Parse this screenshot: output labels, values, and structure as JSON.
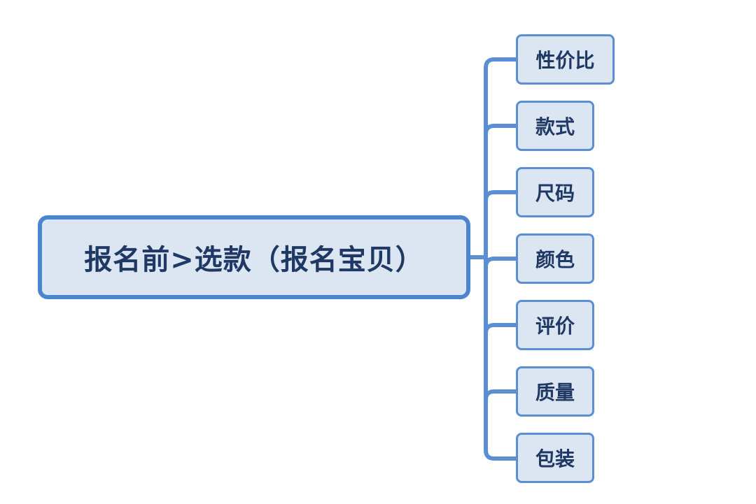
{
  "colors": {
    "connector": "#5b8fd4",
    "root_border": "#4a86d0",
    "node_fill": "#dce6f2",
    "text": "#1f3864"
  },
  "root": {
    "label": "报名前>选款（报名宝贝）"
  },
  "children": [
    {
      "label": "性价比"
    },
    {
      "label": "款式"
    },
    {
      "label": "尺码"
    },
    {
      "label": "颜色"
    },
    {
      "label": "评价"
    },
    {
      "label": "质量"
    },
    {
      "label": "包装"
    }
  ]
}
